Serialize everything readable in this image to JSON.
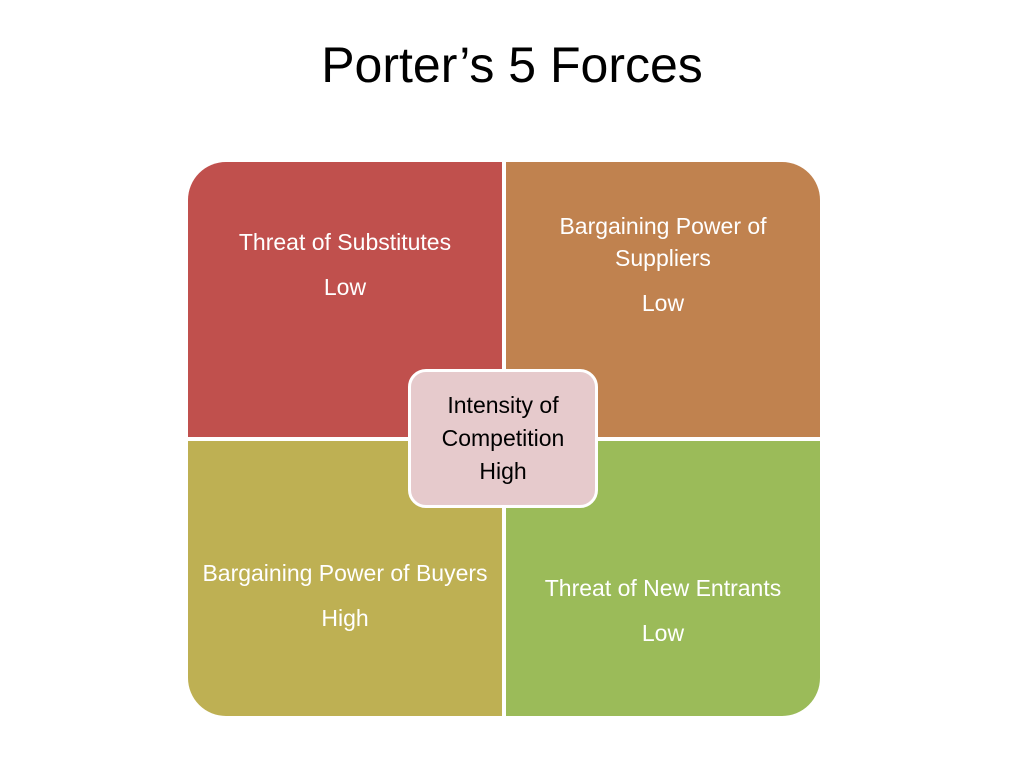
{
  "slide": {
    "title": "Porter’s 5 Forces"
  },
  "quadrants": {
    "top_left": {
      "label": "Threat of Substitutes",
      "level": "Low",
      "color": "#C0504D"
    },
    "top_right": {
      "label": "Bargaining Power of Suppliers",
      "level": "Low",
      "color": "#C0824F"
    },
    "bottom_left": {
      "label": "Bargaining Power of Buyers",
      "level": "High",
      "color": "#BEB053"
    },
    "bottom_right": {
      "label": "Threat of New Entrants",
      "level": "Low",
      "color": "#9BBB59"
    }
  },
  "center": {
    "line1": "Intensity of",
    "line2": "Competition",
    "level": "High",
    "color": "#E6CACC"
  }
}
